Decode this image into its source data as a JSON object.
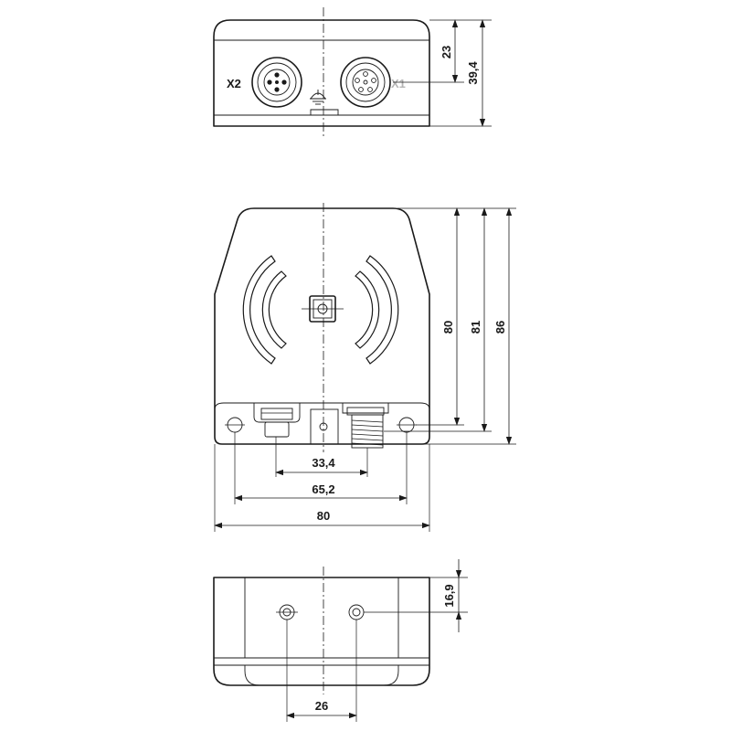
{
  "top_view": {
    "connector_left_label": "X2",
    "connector_right_label": "X1",
    "dimensions": {
      "height_a": "23",
      "height_b": "39,4"
    }
  },
  "front_view": {
    "dimensions": {
      "connector_spacing": "33,4",
      "hole_spacing": "65,2",
      "width": "80",
      "height_a": "80",
      "height_b": "81",
      "height_c": "86"
    }
  },
  "bottom_view": {
    "dimensions": {
      "hole_spacing": "26",
      "hole_offset": "16,9"
    }
  },
  "icons": [
    "rfid-wave-left-icon",
    "rfid-wave-right-icon",
    "center-mark-icon",
    "ground-symbol-icon"
  ]
}
